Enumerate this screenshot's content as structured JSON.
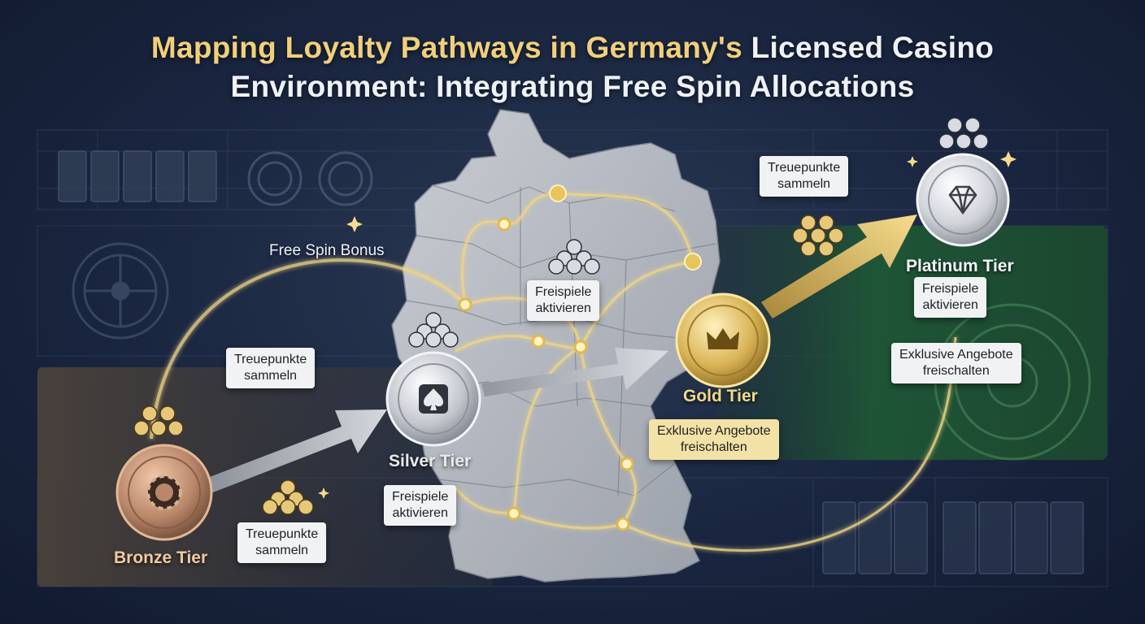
{
  "title": {
    "line1_gold": "Mapping Loyalty Pathways in Germany's",
    "line1_white": "Licensed Casino",
    "line2": "Environment: Integrating Free Spin Allocations"
  },
  "colors": {
    "background": "#1a2640",
    "gold_accent": "#f1cf7c",
    "bronze_panel": "#4a4038",
    "platinum_panel": "#1f5a35",
    "path_glow": "#f0d585"
  },
  "tiers": {
    "bronze": {
      "label": "Bronze Tier",
      "icon": "casino-chip-icon"
    },
    "silver": {
      "label": "Silver Tier",
      "icon": "spade-icon"
    },
    "gold": {
      "label": "Gold Tier",
      "icon": "crown-icon"
    },
    "platinum": {
      "label": "Platinum Tier",
      "icon": "diamond-icon"
    }
  },
  "labels": {
    "free_spin_bonus": "Free Spin Bonus",
    "treue_bronze_left_line1": "Treuepunkte",
    "treue_bronze_left_line2": "sammeln",
    "treue_bronze_bottom_line1": "Treuepunkte",
    "treue_bronze_bottom_line2": "sammeln",
    "freispiele_silver_line1": "Freispiele",
    "freispiele_silver_line2": "aktivieren",
    "freispiele_map_line1": "Freispiele",
    "freispiele_map_line2": "aktivieren",
    "treue_gold_line1": "Treuepunkte",
    "treue_gold_line2": "sammeln",
    "exklusive_gold_line1": "Exklusive Angebote",
    "exklusive_gold_line2": "freischalten",
    "freispiele_platinum_line1": "Freispiele",
    "freispiele_platinum_line2": "aktivieren",
    "exklusive_platinum_line1": "Exklusive Angebote",
    "exklusive_platinum_line2": "freischalten"
  }
}
